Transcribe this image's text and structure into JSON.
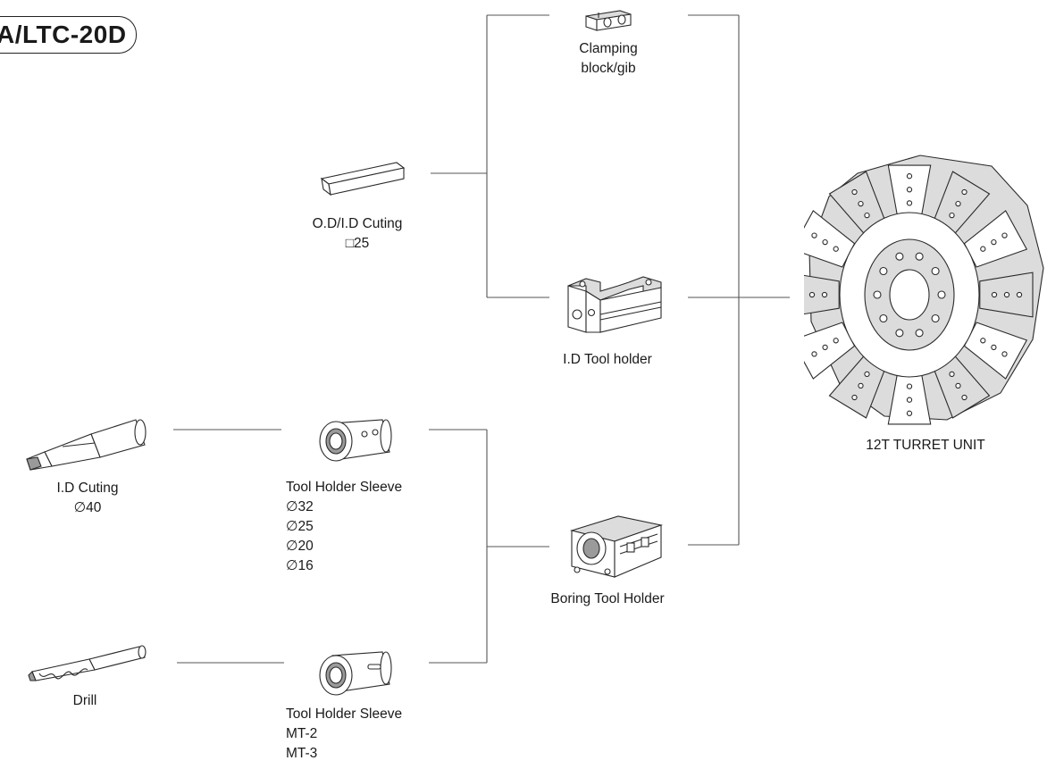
{
  "title": "A/LTC-20D",
  "components": {
    "clamping_block": {
      "line1": "Clamping",
      "line2": "block/gib"
    },
    "od_id_cutting": {
      "line1": "O.D/I.D Cuting",
      "line2": "□25"
    },
    "id_tool_holder": {
      "label": "I.D Tool holder"
    },
    "turret": {
      "label": "12T TURRET UNIT"
    },
    "id_cutting": {
      "line1": "I.D Cuting",
      "line2": "∅40"
    },
    "tool_holder_sleeve_a": {
      "label": "Tool Holder Sleeve",
      "sizes": [
        "∅32",
        "∅25",
        "∅20",
        "∅16"
      ]
    },
    "boring_tool_holder": {
      "label": "Boring Tool Holder"
    },
    "drill": {
      "label": "Drill"
    },
    "tool_holder_sleeve_b": {
      "label": "Tool Holder Sleeve",
      "sizes": [
        "MT-2",
        "MT-3"
      ]
    }
  },
  "colors": {
    "line": "#555555",
    "ink": "#1a1a1a",
    "shade": "#9a9a9a"
  }
}
